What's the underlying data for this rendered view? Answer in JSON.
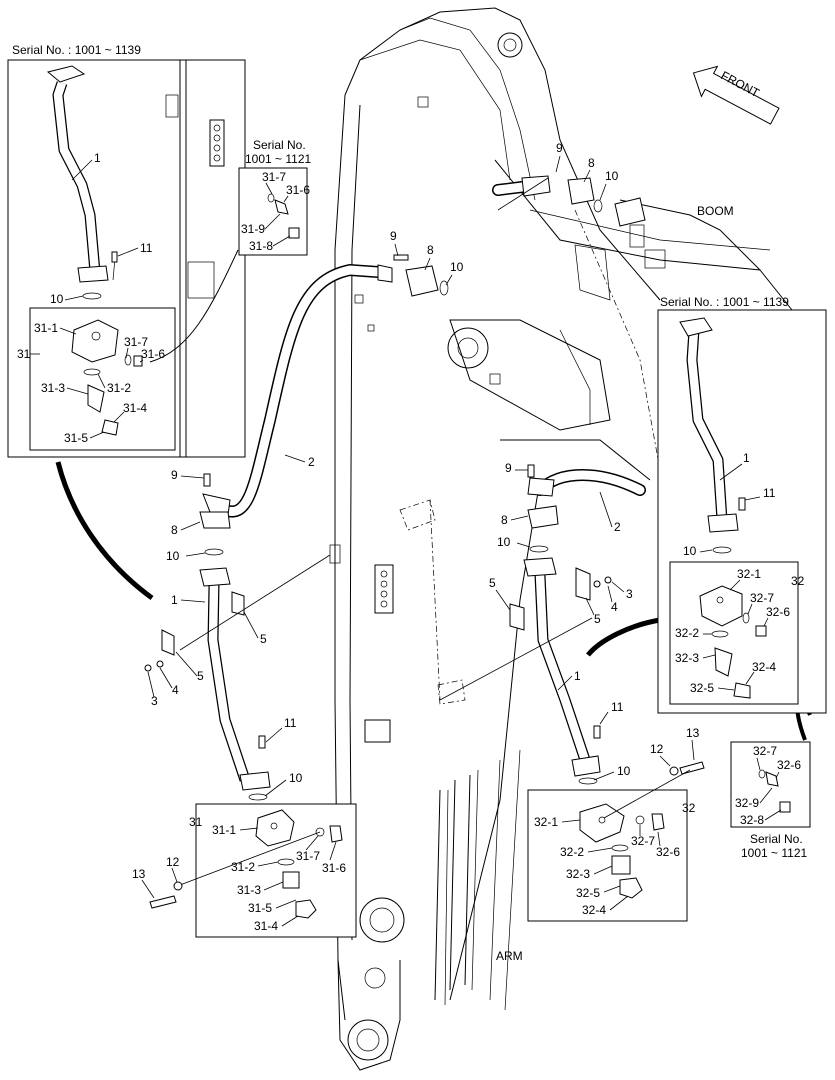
{
  "front_label": "FRONT",
  "serial": {
    "left_panel": "Serial No. : 1001 ~ 1139",
    "right_panel": "Serial No. : 1001 ~ 1139",
    "small_left_title": "Serial No.",
    "small_left_range": "1001 ~ 1121",
    "small_right_title": "Serial No.",
    "small_right_range": "1001 ~ 1121"
  },
  "section_labels": {
    "boom": "BOOM",
    "arm": "ARM"
  },
  "callouts": {
    "l_1": "1",
    "l_11": "11",
    "l_10": "10",
    "l_31": "31",
    "l_31_1": "31-1",
    "l_31_7": "31-7",
    "l_31_6": "31-6",
    "l_31_2": "31-2",
    "l_31_3": "31-3",
    "l_31_4": "31-4",
    "l_31_5": "31-5",
    "s_31_7": "31-7",
    "s_31_6": "31-6",
    "s_31_9": "31-9",
    "s_31_8": "31-8",
    "t_9": "9",
    "t_8": "8",
    "t_10": "10",
    "t2_9": "9",
    "t2_8": "8",
    "t2_10": "10",
    "h_2": "2",
    "m_9": "9",
    "m_8": "8",
    "m_10": "10",
    "m_1": "1",
    "m_5": "5",
    "m_5b": "5",
    "m_4": "4",
    "m_3": "3",
    "m_11": "11",
    "m_10b": "10",
    "b_31": "31",
    "b_31_1": "31-1",
    "b_31_7": "31-7",
    "b_31_6": "31-6",
    "b_31_2": "31-2",
    "b_31_3": "31-3",
    "b_31_5": "31-5",
    "b_31_4": "31-4",
    "b_12": "12",
    "b_13": "13",
    "r_9": "9",
    "r_8": "8",
    "r_10": "10",
    "r_2": "2",
    "r_5": "5",
    "r_5b": "5",
    "r_4": "4",
    "r_3": "3",
    "r_1": "1",
    "r_11": "11",
    "r_10b": "10",
    "r_12": "12",
    "r_13": "13",
    "rb_32": "32",
    "rb_32_1": "32-1",
    "rb_32_7": "32-7",
    "rb_32_6": "32-6",
    "rb_32_2": "32-2",
    "rb_32_3": "32-3",
    "rb_32_5": "32-5",
    "rb_32_4": "32-4",
    "rp_1": "1",
    "rp_11": "11",
    "rp_10": "10",
    "rp_32": "32",
    "rp_32_1": "32-1",
    "rp_32_7": "32-7",
    "rp_32_6": "32-6",
    "rp_32_2": "32-2",
    "rp_32_3": "32-3",
    "rp_32_4": "32-4",
    "rp_32_5": "32-5",
    "sr_32_7": "32-7",
    "sr_32_6": "32-6",
    "sr_32_9": "32-9",
    "sr_32_8": "32-8"
  }
}
